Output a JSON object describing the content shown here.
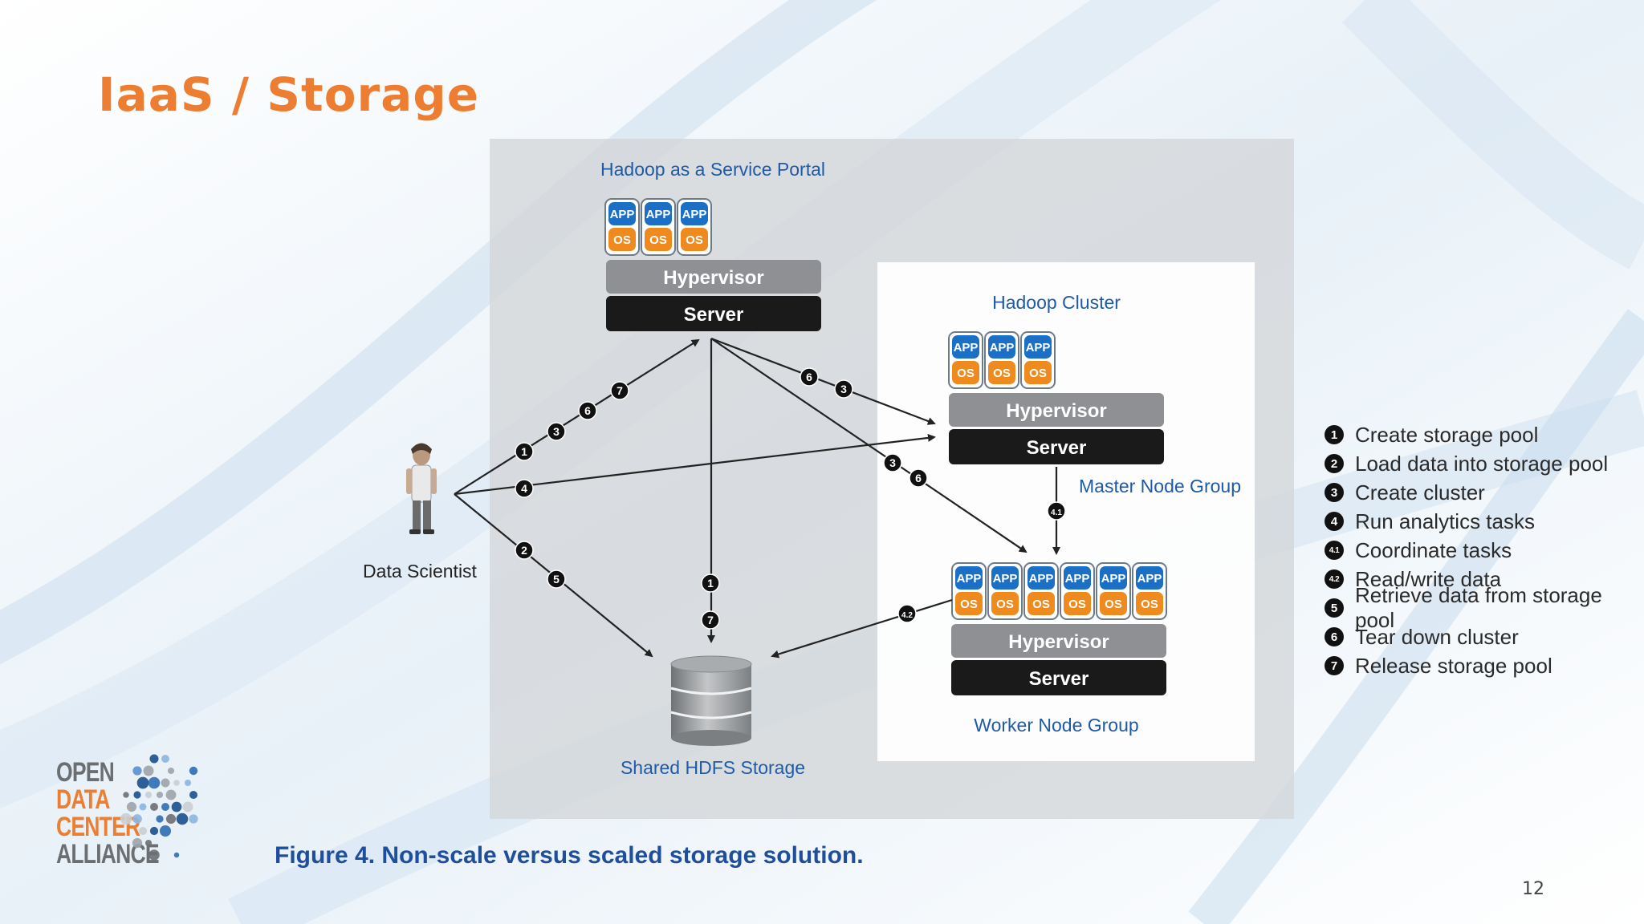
{
  "slide": {
    "title": "IaaS / Storage",
    "page_number": "12",
    "caption": "Figure 4. Non-scale versus scaled storage solution."
  },
  "diagram": {
    "portal": {
      "label": "Hadoop as a Service Portal",
      "app_label": "APP",
      "os_label": "OS",
      "vm_count": 3,
      "hypervisor_label": "Hypervisor",
      "server_label": "Server"
    },
    "cluster": {
      "label": "Hadoop Cluster",
      "master": {
        "group_label": "Master Node Group",
        "vm_count": 3,
        "hypervisor_label": "Hypervisor",
        "server_label": "Server"
      },
      "worker": {
        "group_label": "Worker Node Group",
        "vm_count": 6,
        "hypervisor_label": "Hypervisor",
        "server_label": "Server"
      }
    },
    "actor_label": "Data Scientist",
    "storage_label": "Shared HDFS Storage",
    "step_badges": [
      "1",
      "3",
      "6",
      "7",
      "4",
      "2",
      "5",
      "6",
      "3",
      "3",
      "6",
      "4.1",
      "4.2",
      "1",
      "7"
    ]
  },
  "legend": [
    {
      "num": "1",
      "text": "Create storage pool"
    },
    {
      "num": "2",
      "text": "Load data into storage pool"
    },
    {
      "num": "3",
      "text": "Create cluster"
    },
    {
      "num": "4",
      "text": "Run analytics tasks"
    },
    {
      "num": "4.1",
      "text": "Coordinate tasks"
    },
    {
      "num": "4.2",
      "text": "Read/write data"
    },
    {
      "num": "5",
      "text": "Retrieve data from storage pool"
    },
    {
      "num": "6",
      "text": "Tear down cluster"
    },
    {
      "num": "7",
      "text": "Release storage pool"
    }
  ],
  "logo": {
    "lines": [
      "OPEN",
      "DATA",
      "CENTER",
      "ALLIANCE"
    ]
  },
  "colors": {
    "title": "#ED7D31",
    "caption": "#1f4e9c",
    "app_blue": "#1b6fc4",
    "os_orange": "#ef8a1e",
    "hypervisor": "#8e9093",
    "server": "#1a1a1a",
    "logo_gray": "#6b6f72",
    "logo_orange": "#ED7D31"
  }
}
